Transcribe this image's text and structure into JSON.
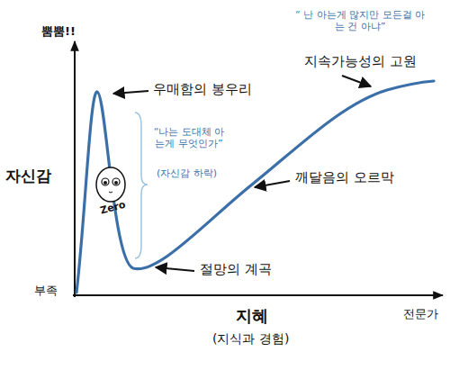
{
  "diagram": {
    "labels": [
      "뿜뿜!!",
      "자신감",
      "부족",
      "지혜",
      "(지식과 경험)",
      "전문가",
      "“ 난 아는게 많지만 모든걸 아는 건 아냐”",
      "지속가능성의 고원",
      "우매함의 봉우리",
      "“나는 도대체 아는게 무엇인가”",
      "(자신감 하락)",
      "Zero",
      "깨달음의 오르막",
      "절망의 계곡"
    ]
  }
}
